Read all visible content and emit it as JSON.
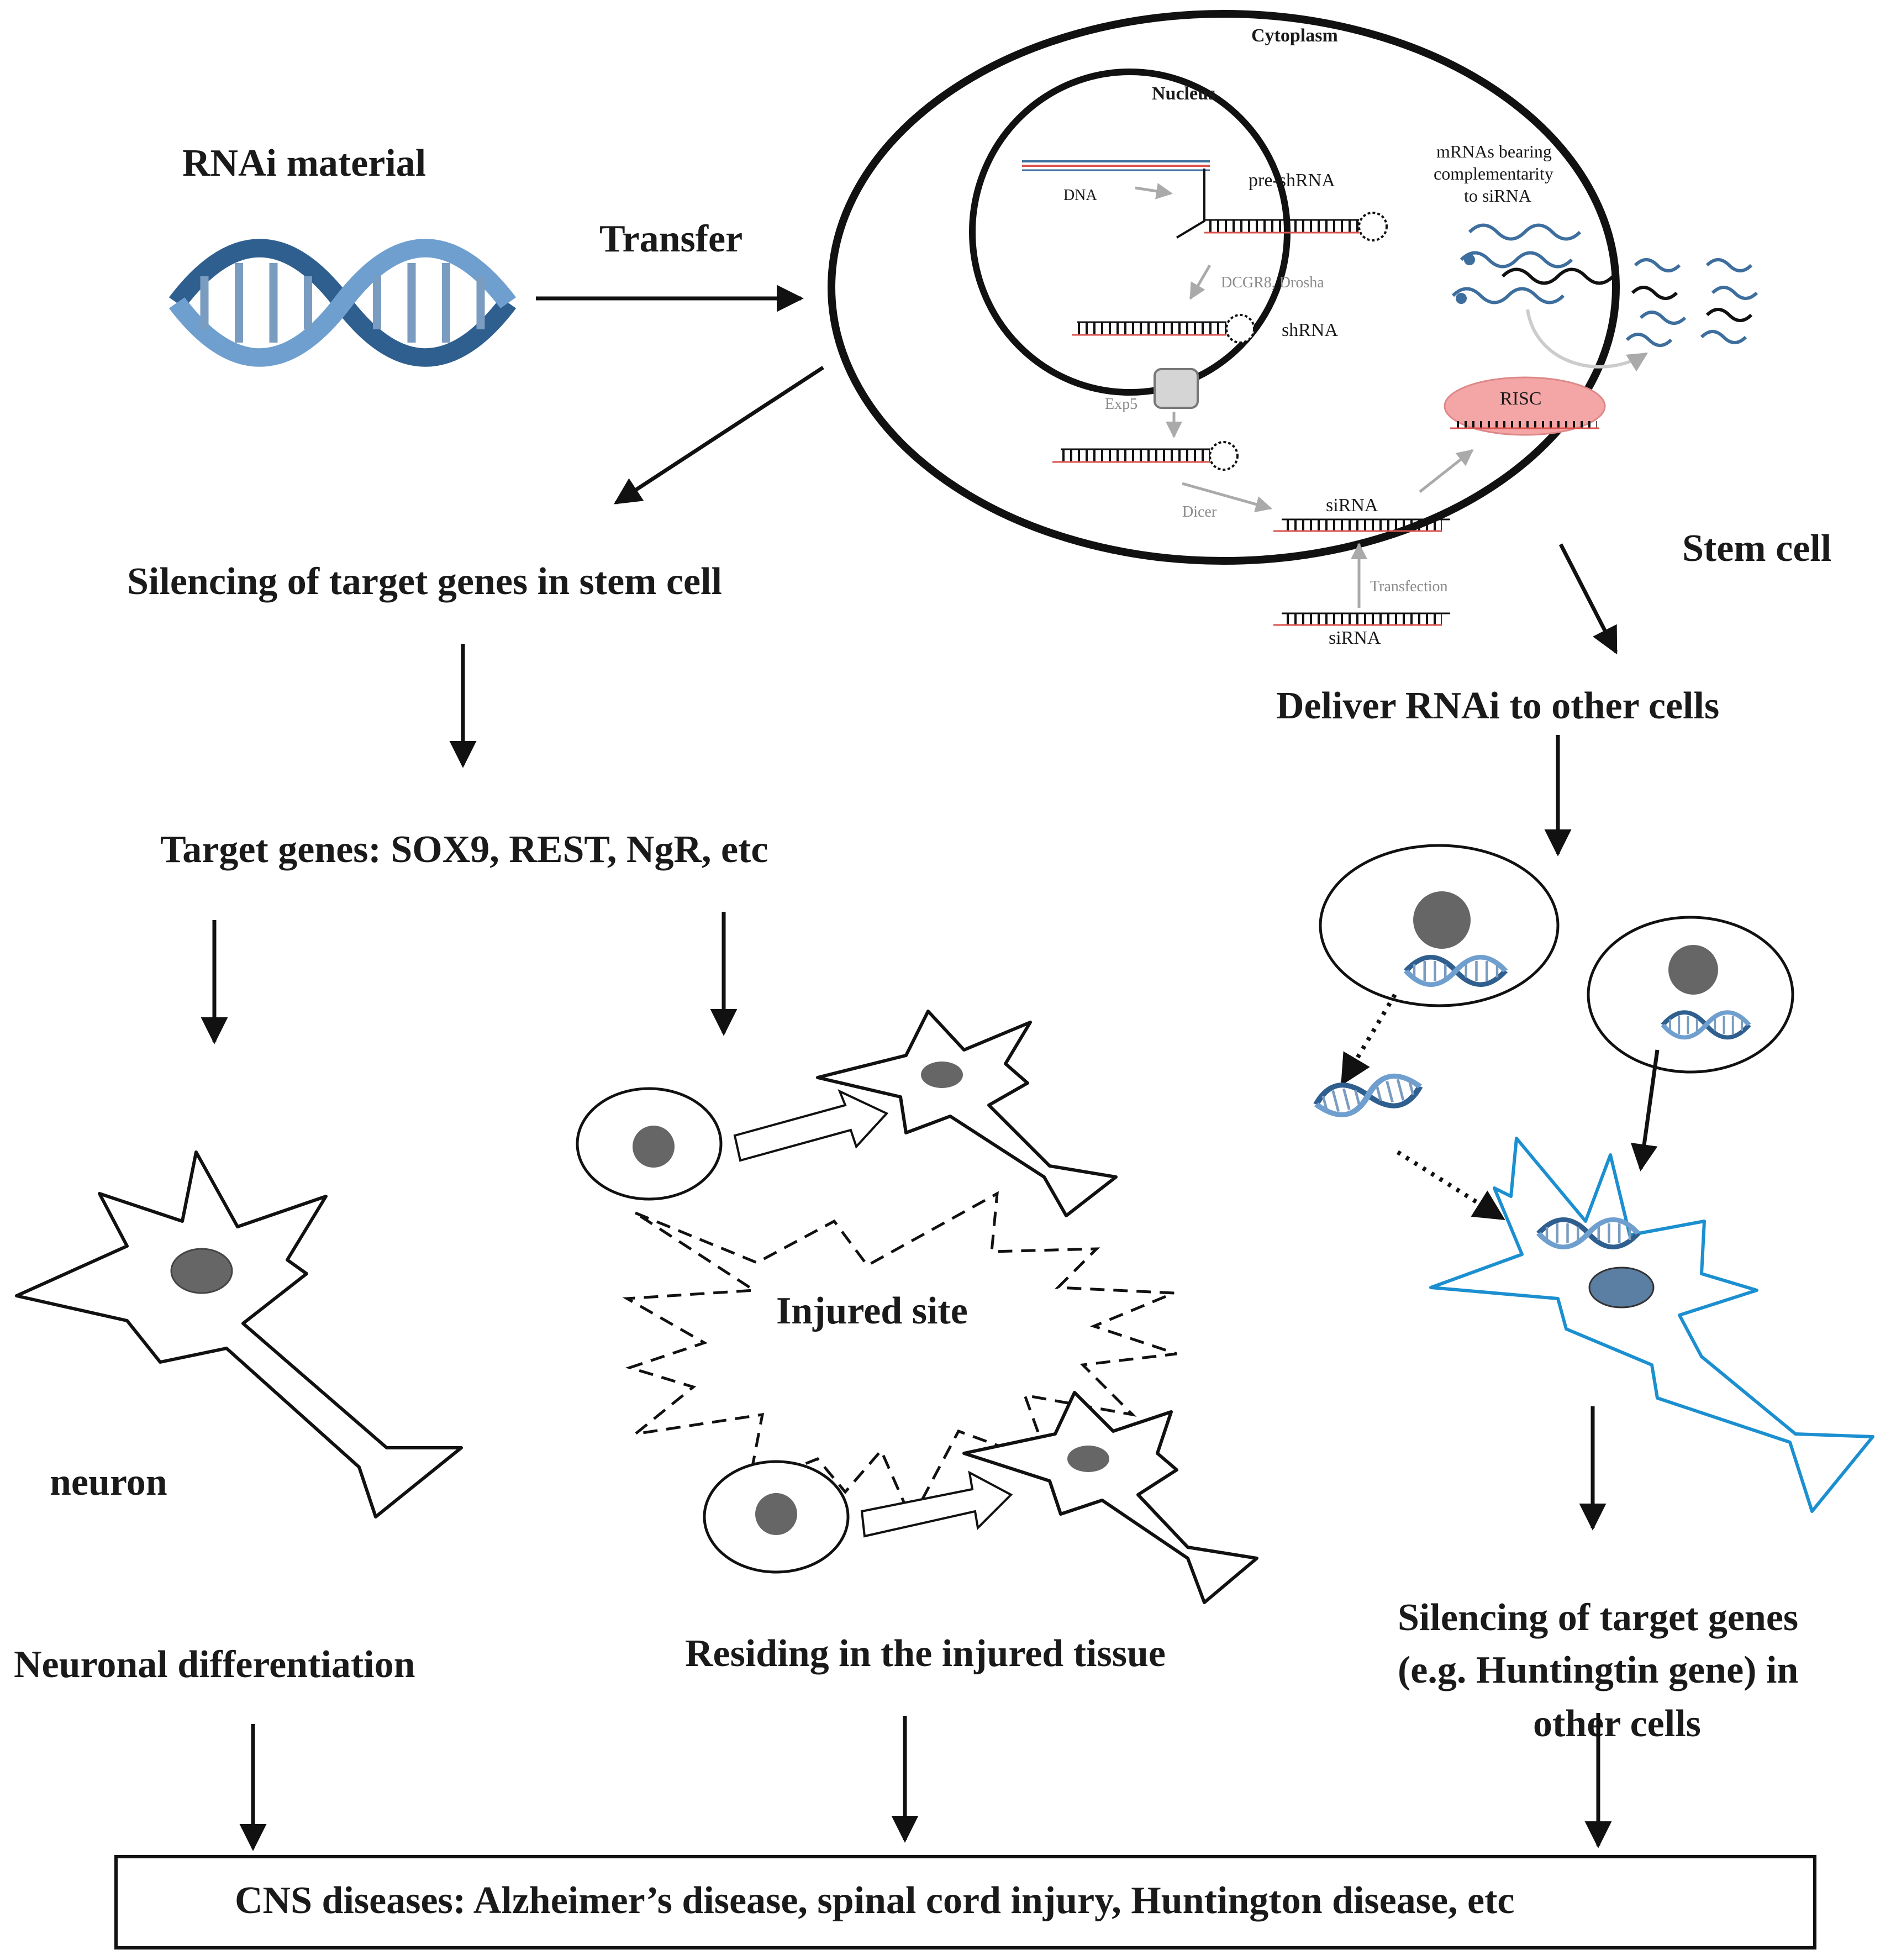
{
  "labels": {
    "rnai_material": "RNAi material",
    "transfer": "Transfer",
    "cytoplasm": "Cytoplasm",
    "nucleus": "Nucleus",
    "dna": "DNA",
    "pre_shrna": "pre-shRNA",
    "dcgr8": "DCGR8, Drosha",
    "shrna": "shRNA",
    "exp5": "Exp5",
    "dicer": "Dicer",
    "sirna_inside": "siRNA",
    "risc": "RISC",
    "mrna_line1": "mRNAs bearing",
    "mrna_line2": "complementarity",
    "mrna_line3": "to siRNA",
    "transfection": "Transfection",
    "sirna_outside": "siRNA",
    "stem_cell": "Stem cell",
    "silencing_stem": "Silencing of target genes in stem cell",
    "target_genes": "Target genes: SOX9, REST, NgR, etc",
    "deliver": "Deliver RNAi to other cells",
    "neuron": "neuron",
    "neuronal_diff": "Neuronal differentiation",
    "injured_site": "Injured site",
    "residing": "Residing in the injured tissue",
    "silencing_other_1": "Silencing of target genes",
    "silencing_other_2": "(e.g. Huntingtin gene) in",
    "silencing_other_3": "other cells",
    "cns": "CNS diseases: Alzheimer’s disease, spinal cord injury, Huntington disease, etc"
  },
  "colors": {
    "outline": "#111111",
    "rna_red": "#d9534f",
    "dna_blue": "#3d6e9e",
    "risc_fill": "#f4a6a6",
    "target_neuron": "#1b8fd0",
    "nucleus_fill": "#666666"
  }
}
